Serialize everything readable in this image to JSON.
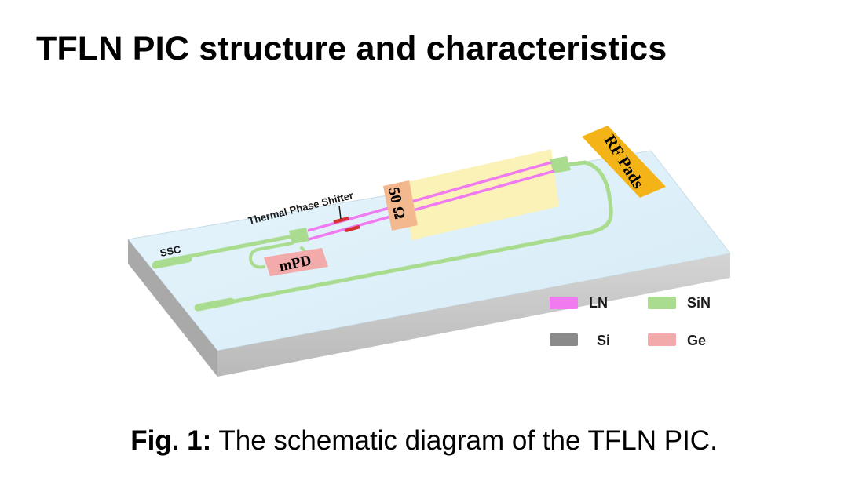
{
  "slide": {
    "title": "TFLN PIC structure and characteristics"
  },
  "diagram": {
    "labels": {
      "ssc": "SSC",
      "thermal_phase_shifter": "Thermal Phase Shifter",
      "mpd": "mPD",
      "termination": "50 Ω",
      "rf_pads": "RF Pads"
    },
    "legend": [
      {
        "material": "LN",
        "color": "#f07af0"
      },
      {
        "material": "SiN",
        "color": "#a9dc8e"
      },
      {
        "material": "Si",
        "color": "#8a8a8a"
      },
      {
        "material": "Ge",
        "color": "#f2aaaa"
      }
    ]
  },
  "caption": {
    "label": "Fig. 1:",
    "text": "The schematic diagram of the TFLN PIC."
  }
}
